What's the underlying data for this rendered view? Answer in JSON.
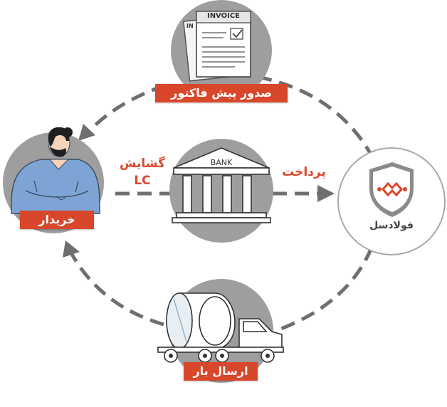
{
  "nodes": {
    "invoice": {
      "label": "صدور پیش فاکتور",
      "doc_title": "INVOICE",
      "doc_letter": "IN"
    },
    "buyer": {
      "label": "خریدار"
    },
    "bank": {
      "sign": "BANK"
    },
    "seller": {
      "brand": "فولادسل"
    },
    "shipping": {
      "label": "ارسال بار"
    }
  },
  "edges": {
    "lc": {
      "line1": "گشایش",
      "line2": "LC"
    },
    "payment": {
      "label": "پرداخت"
    }
  },
  "colors": {
    "accent": "#d9472b",
    "circle": "#9e9e9e",
    "arrow": "#6f6f6f",
    "shirt": "#7da4d4",
    "skin": "#f4d3b8"
  }
}
